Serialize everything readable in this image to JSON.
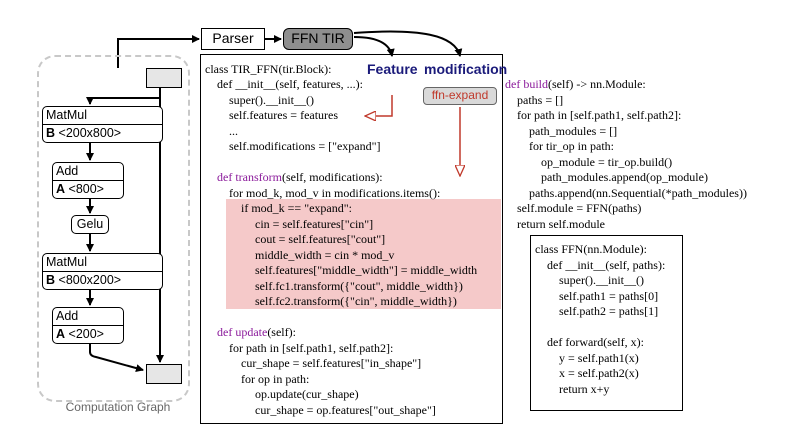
{
  "top": {
    "parser_label": "Parser",
    "ffn_tir_label": "FFN TIR",
    "feature_label": "Feature",
    "modification_label": "modification",
    "ffn_expand_label": "ffn-expand"
  },
  "computation_graph": {
    "label": "Computation Graph",
    "nodes": [
      {
        "name": "MatMul",
        "param_letter": "B",
        "param_value": "<200x800>"
      },
      {
        "name": "Add",
        "param_letter": "A",
        "param_value": "<800>"
      },
      {
        "name": "Gelu"
      },
      {
        "name": "MatMul",
        "param_letter": "B",
        "param_value": "<800x200>"
      },
      {
        "name": "Add",
        "param_letter": "A",
        "param_value": "<200>"
      }
    ]
  },
  "code_left": {
    "l1": "class TIR_FFN(tir.Block):",
    "l2": "def __init__(self, features, ...):",
    "l3": "super().__init__()",
    "l4": "self.features = features",
    "l5": "...",
    "l6": "self.modifications = [\"expand\"]",
    "l7_kw": "def transform",
    "l7_rest": "(self, modifications):",
    "l8": "for mod_k, mod_v in modifications.items():",
    "l9": "if mod_k == \"expand\":",
    "l10": "cin = self.features[\"cin\"]",
    "l11": "cout = self.features[\"cout\"]",
    "l12": "middle_width = cin * mod_v",
    "l13": "self.features[\"middle_width\"] = middle_width",
    "l14": "self.fc1.transform({\"cout\", middle_width})",
    "l15": "self.fc2.transform({\"cin\", middle_width})",
    "l16_kw": "def update",
    "l16_rest": "(self):",
    "l17": "for path in [self.path1, self.path2]:",
    "l18": "cur_shape = self.features[\"in_shape\"]",
    "l19": "for op in path:",
    "l20": "op.update(cur_shape)",
    "l21": "cur_shape = op.features[\"out_shape\"]"
  },
  "code_right": {
    "r1_kw": "def build",
    "r1_rest": "(self) -> nn.Module:",
    "r2": "paths = []",
    "r3": "for path in [self.path1, self.path2]:",
    "r4": "path_modules = []",
    "r5": "for tir_op in path:",
    "r6": "op_module = tir_op.build()",
    "r7": "path_modules.append(op_module)",
    "r8": "paths.append(nn.Sequential(*path_modules))",
    "r9": "self.module = FFN(paths)",
    "r10": "return self.module"
  },
  "code_ffn": {
    "f1": "class FFN(nn.Module):",
    "f2": "def __init__(self, paths):",
    "f3": "super().__init__()",
    "f4": "self.path1 = paths[0]",
    "f5": "self.path2 = paths[1]",
    "f6": "def forward(self, x):",
    "f7": "y = self.path1(x)",
    "f8": "x = self.path2(x)",
    "f9": "return x+y"
  }
}
